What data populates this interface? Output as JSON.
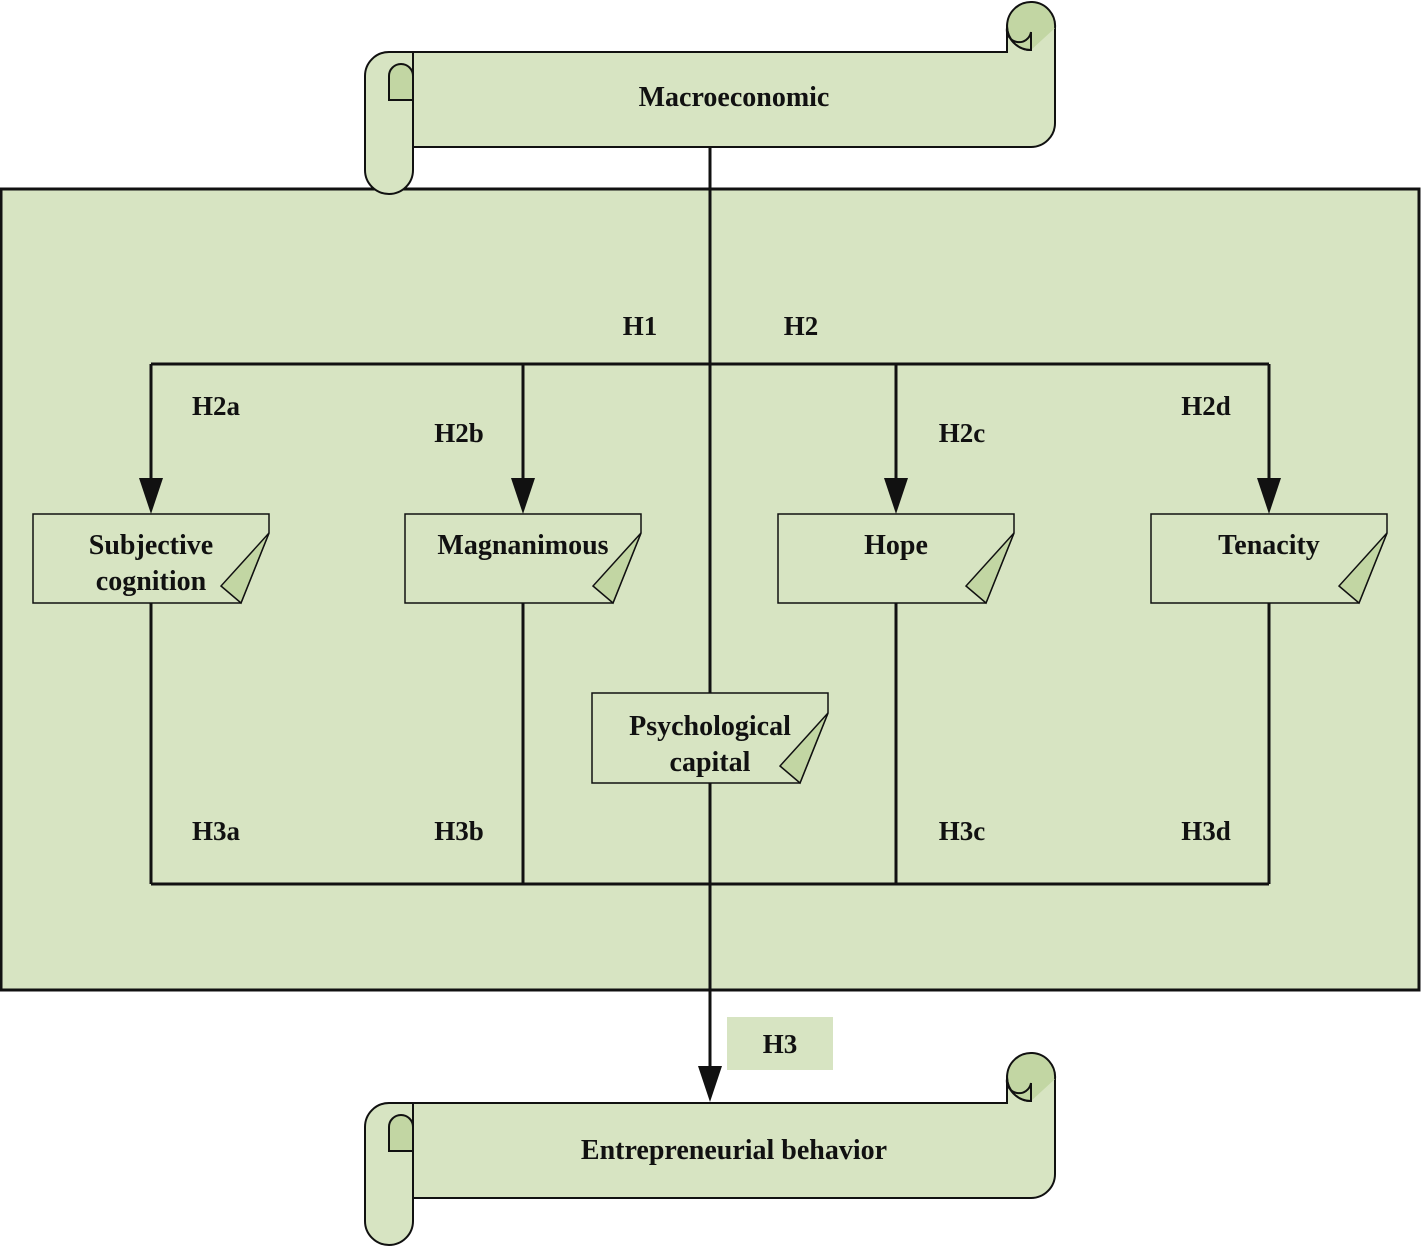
{
  "colors": {
    "fill": "#d7e4c2",
    "fold": "#c2d6a3",
    "line": "#111111",
    "background": "#ffffff"
  },
  "banners": {
    "top": {
      "label": "Macroeconomic"
    },
    "bottom": {
      "label": "Entrepreneurial behavior"
    }
  },
  "nodes": {
    "subjective_cognition": {
      "line1": "Subjective",
      "line2": "cognition"
    },
    "magnanimous": {
      "label": "Magnanimous"
    },
    "psychological_capital": {
      "line1": "Psychological",
      "line2": "capital"
    },
    "hope": {
      "label": "Hope"
    },
    "tenacity": {
      "label": "Tenacity"
    }
  },
  "hypotheses": {
    "h1": "H1",
    "h2": "H2",
    "h2a": "H2a",
    "h2b": "H2b",
    "h2c": "H2c",
    "h2d": "H2d",
    "h3": "H3",
    "h3a": "H3a",
    "h3b": "H3b",
    "h3c": "H3c",
    "h3d": "H3d"
  }
}
